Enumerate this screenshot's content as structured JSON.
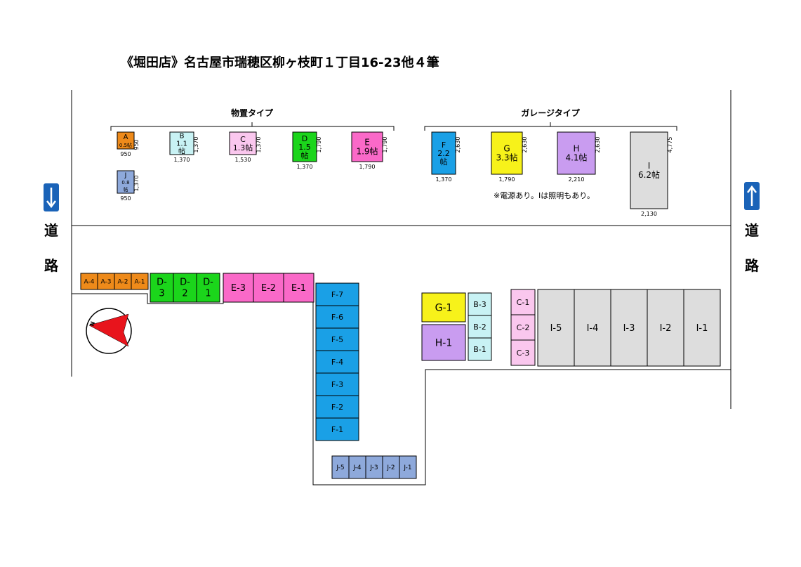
{
  "title": "《堀田店》名古屋市瑞穂区柳ヶ枝町１丁目16-23他４筆",
  "sections": {
    "storage": "物置タイプ",
    "garage": "ガレージタイプ"
  },
  "road": {
    "ch1": "道",
    "ch2": "路"
  },
  "note": "※電源あり。Iは照明もあり。",
  "colors": {
    "A": "#ee8a1a",
    "B": "#c8f2f4",
    "C": "#fac7ee",
    "D": "#1bd51b",
    "E": "#fa69c8",
    "F": "#1aa0e6",
    "G": "#f7f21a",
    "H": "#c99cf0",
    "I": "#dddddd",
    "J": "#8ea9db"
  },
  "samples": [
    {
      "id": "A",
      "lines": [
        "A",
        "0.5帖"
      ],
      "width": "950",
      "depth": "950"
    },
    {
      "id": "B",
      "lines": [
        "B",
        "1.1",
        "帖"
      ],
      "width": "1,370",
      "depth": "1,370"
    },
    {
      "id": "C",
      "lines": [
        "C",
        "1.3帖"
      ],
      "width": "1,530",
      "depth": "1,370"
    },
    {
      "id": "D",
      "lines": [
        "D",
        "1.5",
        "帖"
      ],
      "width": "1,370",
      "depth": "1,790"
    },
    {
      "id": "E",
      "lines": [
        "E",
        "1.9帖"
      ],
      "width": "1,790",
      "depth": "1,790"
    },
    {
      "id": "J",
      "lines": [
        "J",
        "0.8",
        "帖"
      ],
      "width": "950",
      "depth": "1,370"
    },
    {
      "id": "F",
      "lines": [
        "F",
        "2.2",
        "帖"
      ],
      "width": "1,370",
      "depth": "2,630"
    },
    {
      "id": "G",
      "lines": [
        "G",
        "3.3帖"
      ],
      "width": "1,790",
      "depth": "2,630"
    },
    {
      "id": "H",
      "lines": [
        "H",
        "4.1帖"
      ],
      "width": "2,210",
      "depth": "2,630"
    },
    {
      "id": "I",
      "lines": [
        "I",
        "6.2帖"
      ],
      "width": "2,130",
      "depth": "4,775"
    }
  ],
  "units": {
    "A": [
      "A-4",
      "A-3",
      "A-2",
      "A-1"
    ],
    "D": [
      [
        "D-",
        "3"
      ],
      [
        "D-",
        "2"
      ],
      [
        "D-",
        "1"
      ]
    ],
    "E": [
      "E-3",
      "E-2",
      "E-1"
    ],
    "F": [
      "F-7",
      "F-6",
      "F-5",
      "F-4",
      "F-3",
      "F-2",
      "F-1"
    ],
    "J": [
      "J-5",
      "J-4",
      "J-3",
      "J-2",
      "J-1"
    ],
    "G": [
      "G-1"
    ],
    "H": [
      "H-1"
    ],
    "B": [
      "B-3",
      "B-2",
      "B-1"
    ],
    "C": [
      "C-1",
      "C-2",
      "C-3"
    ],
    "I": [
      "I-5",
      "I-4",
      "I-3",
      "I-2",
      "I-1"
    ]
  },
  "compass": {
    "label": "N"
  }
}
